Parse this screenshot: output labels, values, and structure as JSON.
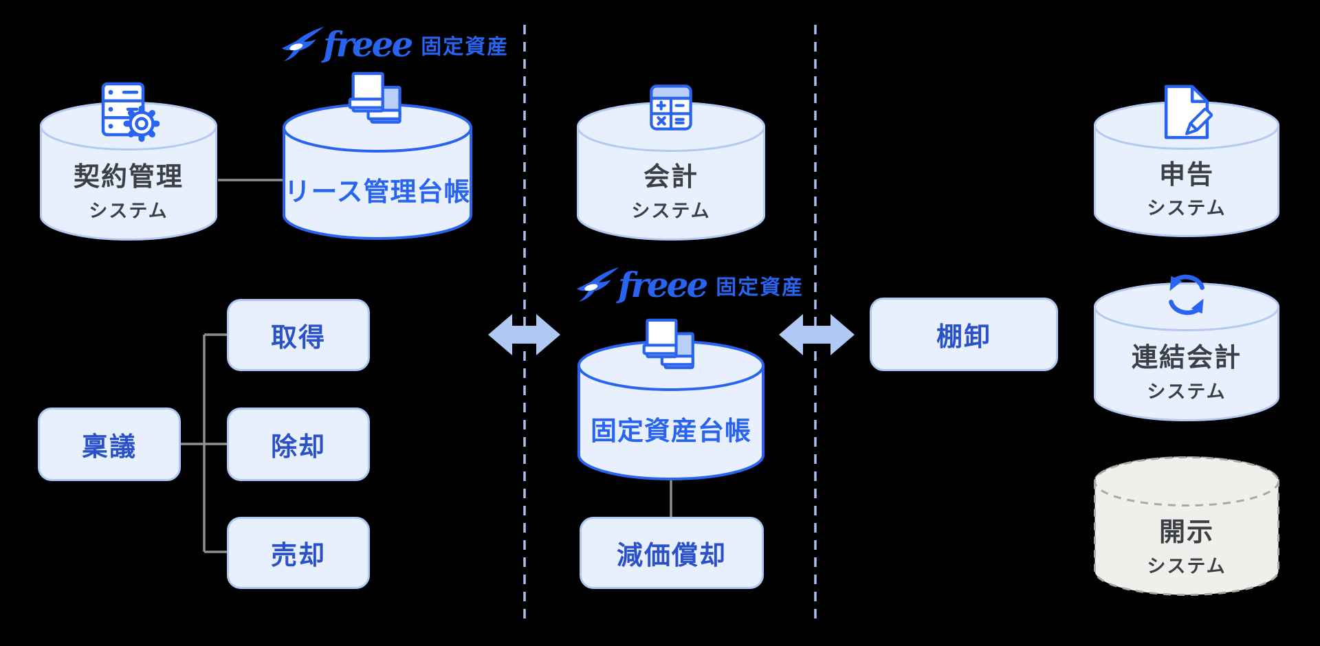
{
  "colors": {
    "background": "#000000",
    "brand_blue": "#2864F0",
    "cylinder_fill": "#E9F0FD",
    "cylinder_border_light": "#B3C9F2",
    "cylinder_border_blue": "#2864F0",
    "box_fill": "#E8F0FE",
    "box_border": "#AFC9F4",
    "box_text_blue": "#2A51C8",
    "dark_text": "#3A4046",
    "arrow_blue": "#AFC8F4",
    "dashed_line_blue": "#A9BFEA",
    "connector_gray": "#8F8F8F",
    "disclosure_fill": "#F0EFEB",
    "disclosure_border": "#A8A8A4",
    "icon_accent_fill": "#B9CFF7"
  },
  "logos": {
    "top": {
      "brand": "freee",
      "product": "固定資産"
    },
    "middle": {
      "brand": "freee",
      "product": "固定資産"
    }
  },
  "nodes": {
    "contract": {
      "title": "契約管理",
      "subtitle": "システム",
      "icon": "server-gear-icon"
    },
    "lease_ledger": {
      "title": "リース管理台帳",
      "icon": "books-icon"
    },
    "accounting": {
      "title": "会計",
      "subtitle": "システム",
      "icon": "calculator-icon"
    },
    "filing": {
      "title": "申告",
      "subtitle": "システム",
      "icon": "document-pencil-icon"
    },
    "fixed_asset_ledger": {
      "title": "固定資産台帳",
      "icon": "books-icon"
    },
    "consolidated": {
      "title": "連結会計",
      "subtitle": "システム",
      "icon": "sync-icon"
    },
    "disclosure": {
      "title": "開示",
      "subtitle": "システム",
      "icon": null
    },
    "approval": {
      "label": "稟議"
    },
    "acquisition": {
      "label": "取得"
    },
    "retirement": {
      "label": "除却"
    },
    "sale": {
      "label": "売却"
    },
    "inventory": {
      "label": "棚卸"
    },
    "depreciation": {
      "label": "減価償却"
    }
  },
  "edges": [
    {
      "from": "contract",
      "to": "lease_ledger",
      "type": "line"
    },
    {
      "from": "approval",
      "to": "acquisition",
      "type": "line"
    },
    {
      "from": "approval",
      "to": "retirement",
      "type": "line"
    },
    {
      "from": "approval",
      "to": "sale",
      "type": "line"
    },
    {
      "from": "acquisition",
      "to": "fixed_asset_ledger",
      "type": "double-arrow"
    },
    {
      "from": "fixed_asset_ledger",
      "to": "inventory",
      "type": "double-arrow"
    },
    {
      "from": "fixed_asset_ledger",
      "to": "depreciation",
      "type": "line"
    },
    {
      "boundary": "dashed-vertical",
      "count": 2
    }
  ]
}
